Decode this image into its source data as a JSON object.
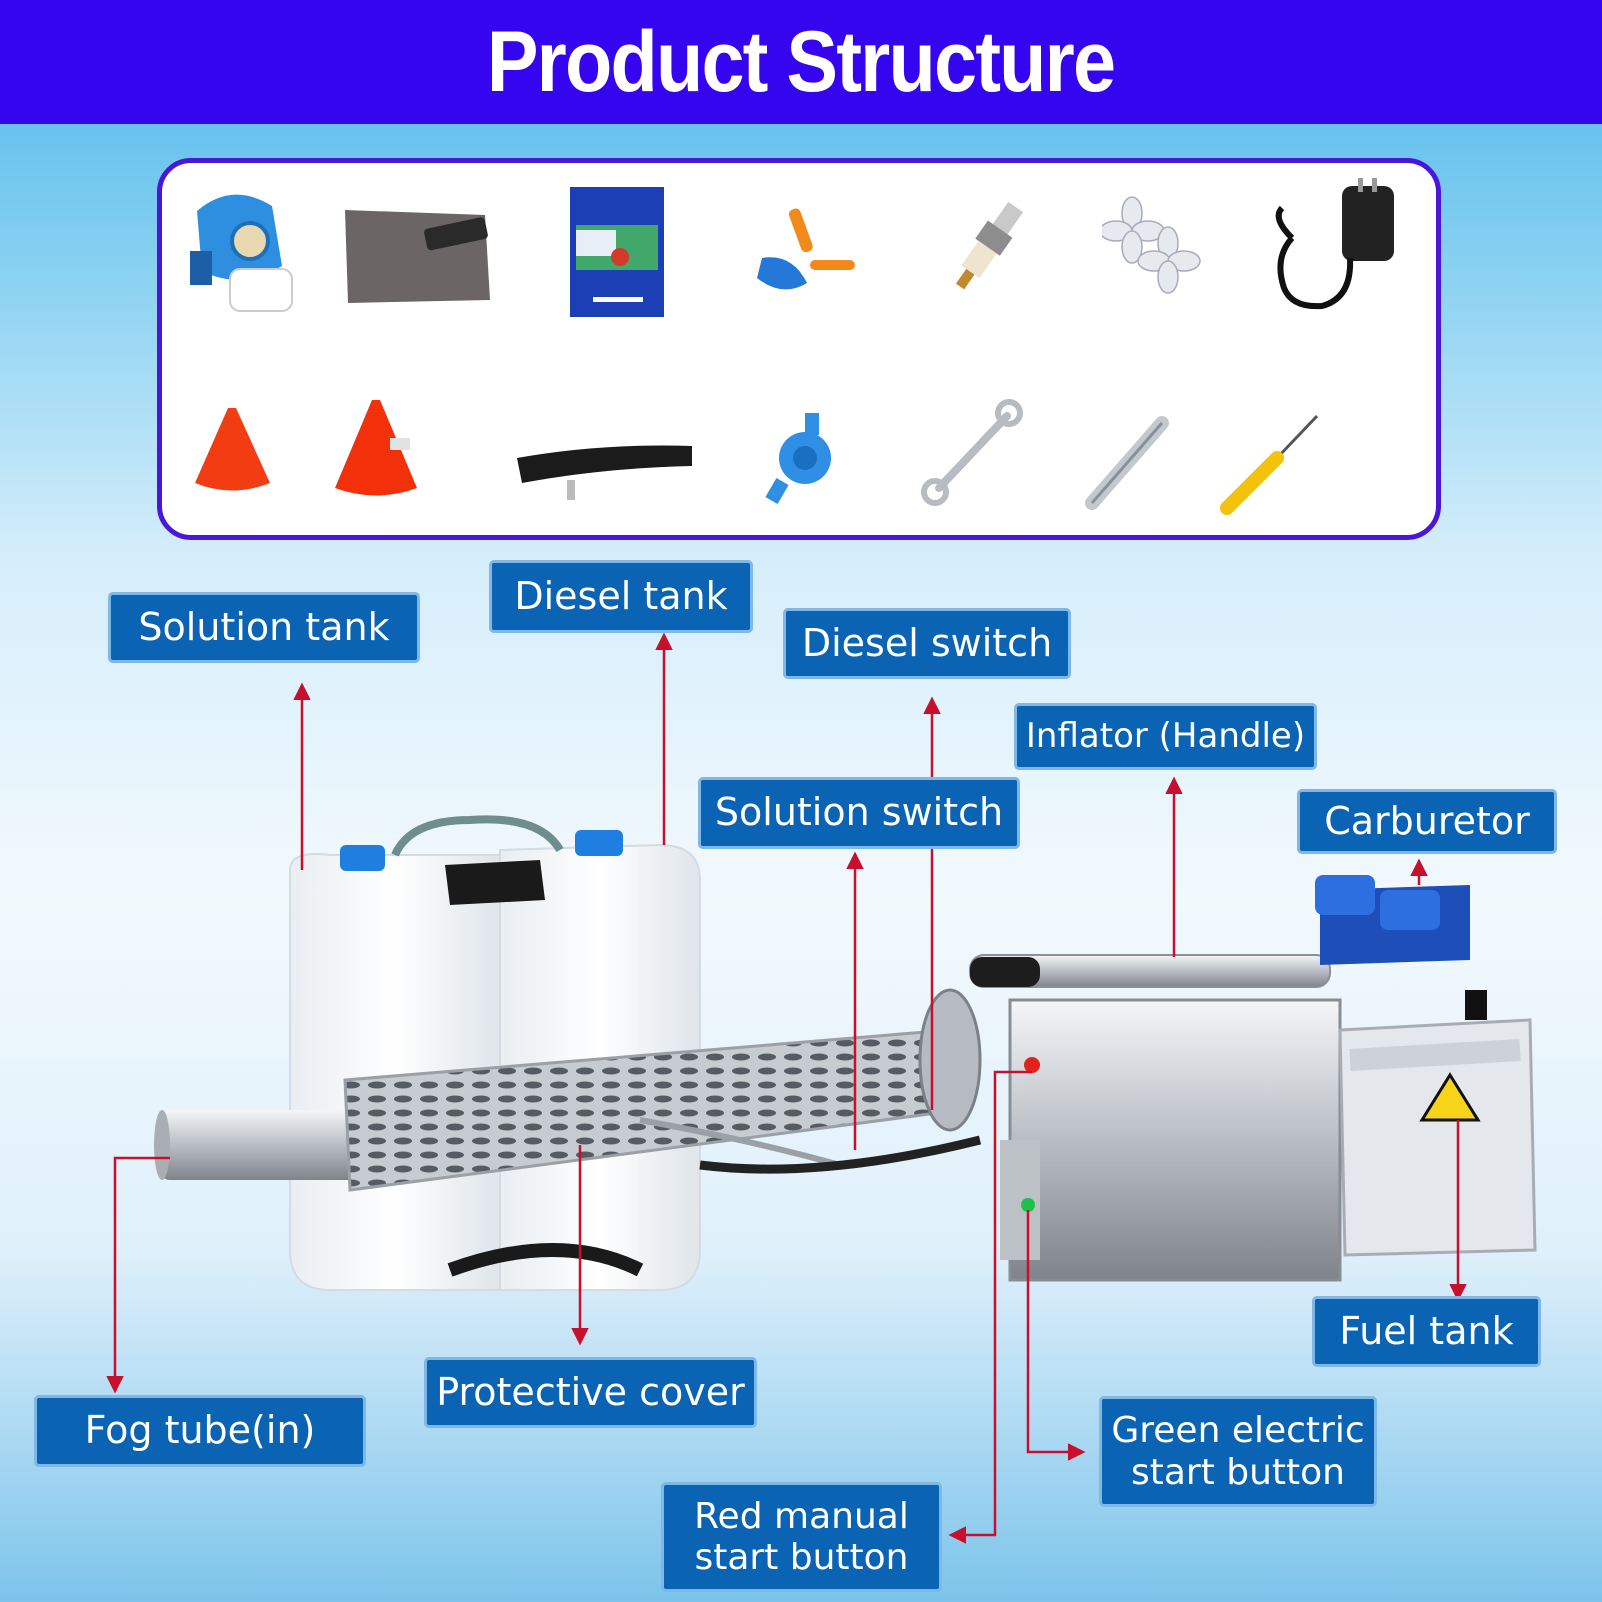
{
  "header": {
    "title": "Product Structure",
    "background": "#3505f0"
  },
  "accessories": [
    {
      "icon": "respirator-mask-icon"
    },
    {
      "icon": "storage-bag-icon"
    },
    {
      "icon": "manual-booklet-icon"
    },
    {
      "icon": "nozzle-fittings-icon"
    },
    {
      "icon": "spark-plug-icon"
    },
    {
      "icon": "spare-valve-petals-icon"
    },
    {
      "icon": "power-adapter-icon"
    },
    {
      "icon": "small-funnel-icon"
    },
    {
      "icon": "large-funnel-icon"
    },
    {
      "icon": "shoulder-strap-icon"
    },
    {
      "icon": "fuel-filter-icon"
    },
    {
      "icon": "wrench-icon"
    },
    {
      "icon": "socket-spanner-icon"
    },
    {
      "icon": "screwdriver-icon"
    }
  ],
  "callouts": {
    "solution_tank": "Solution tank",
    "diesel_tank": "Diesel tank",
    "diesel_switch": "Diesel switch",
    "inflator_handle": "Inflator (Handle)",
    "solution_switch": "Solution switch",
    "carburetor": "Carburetor",
    "fuel_tank": "Fuel tank",
    "fog_tube": "Fog tube(in)",
    "protective_cover": "Protective cover",
    "green_button": {
      "line1": "Green electric",
      "line2": "start button"
    },
    "red_button": {
      "line1": "Red manual",
      "line2": "start button"
    }
  },
  "colors": {
    "callout_bg": "#0b63b3",
    "arrow": "#c8102e",
    "panel_border": "#4a16d8"
  }
}
